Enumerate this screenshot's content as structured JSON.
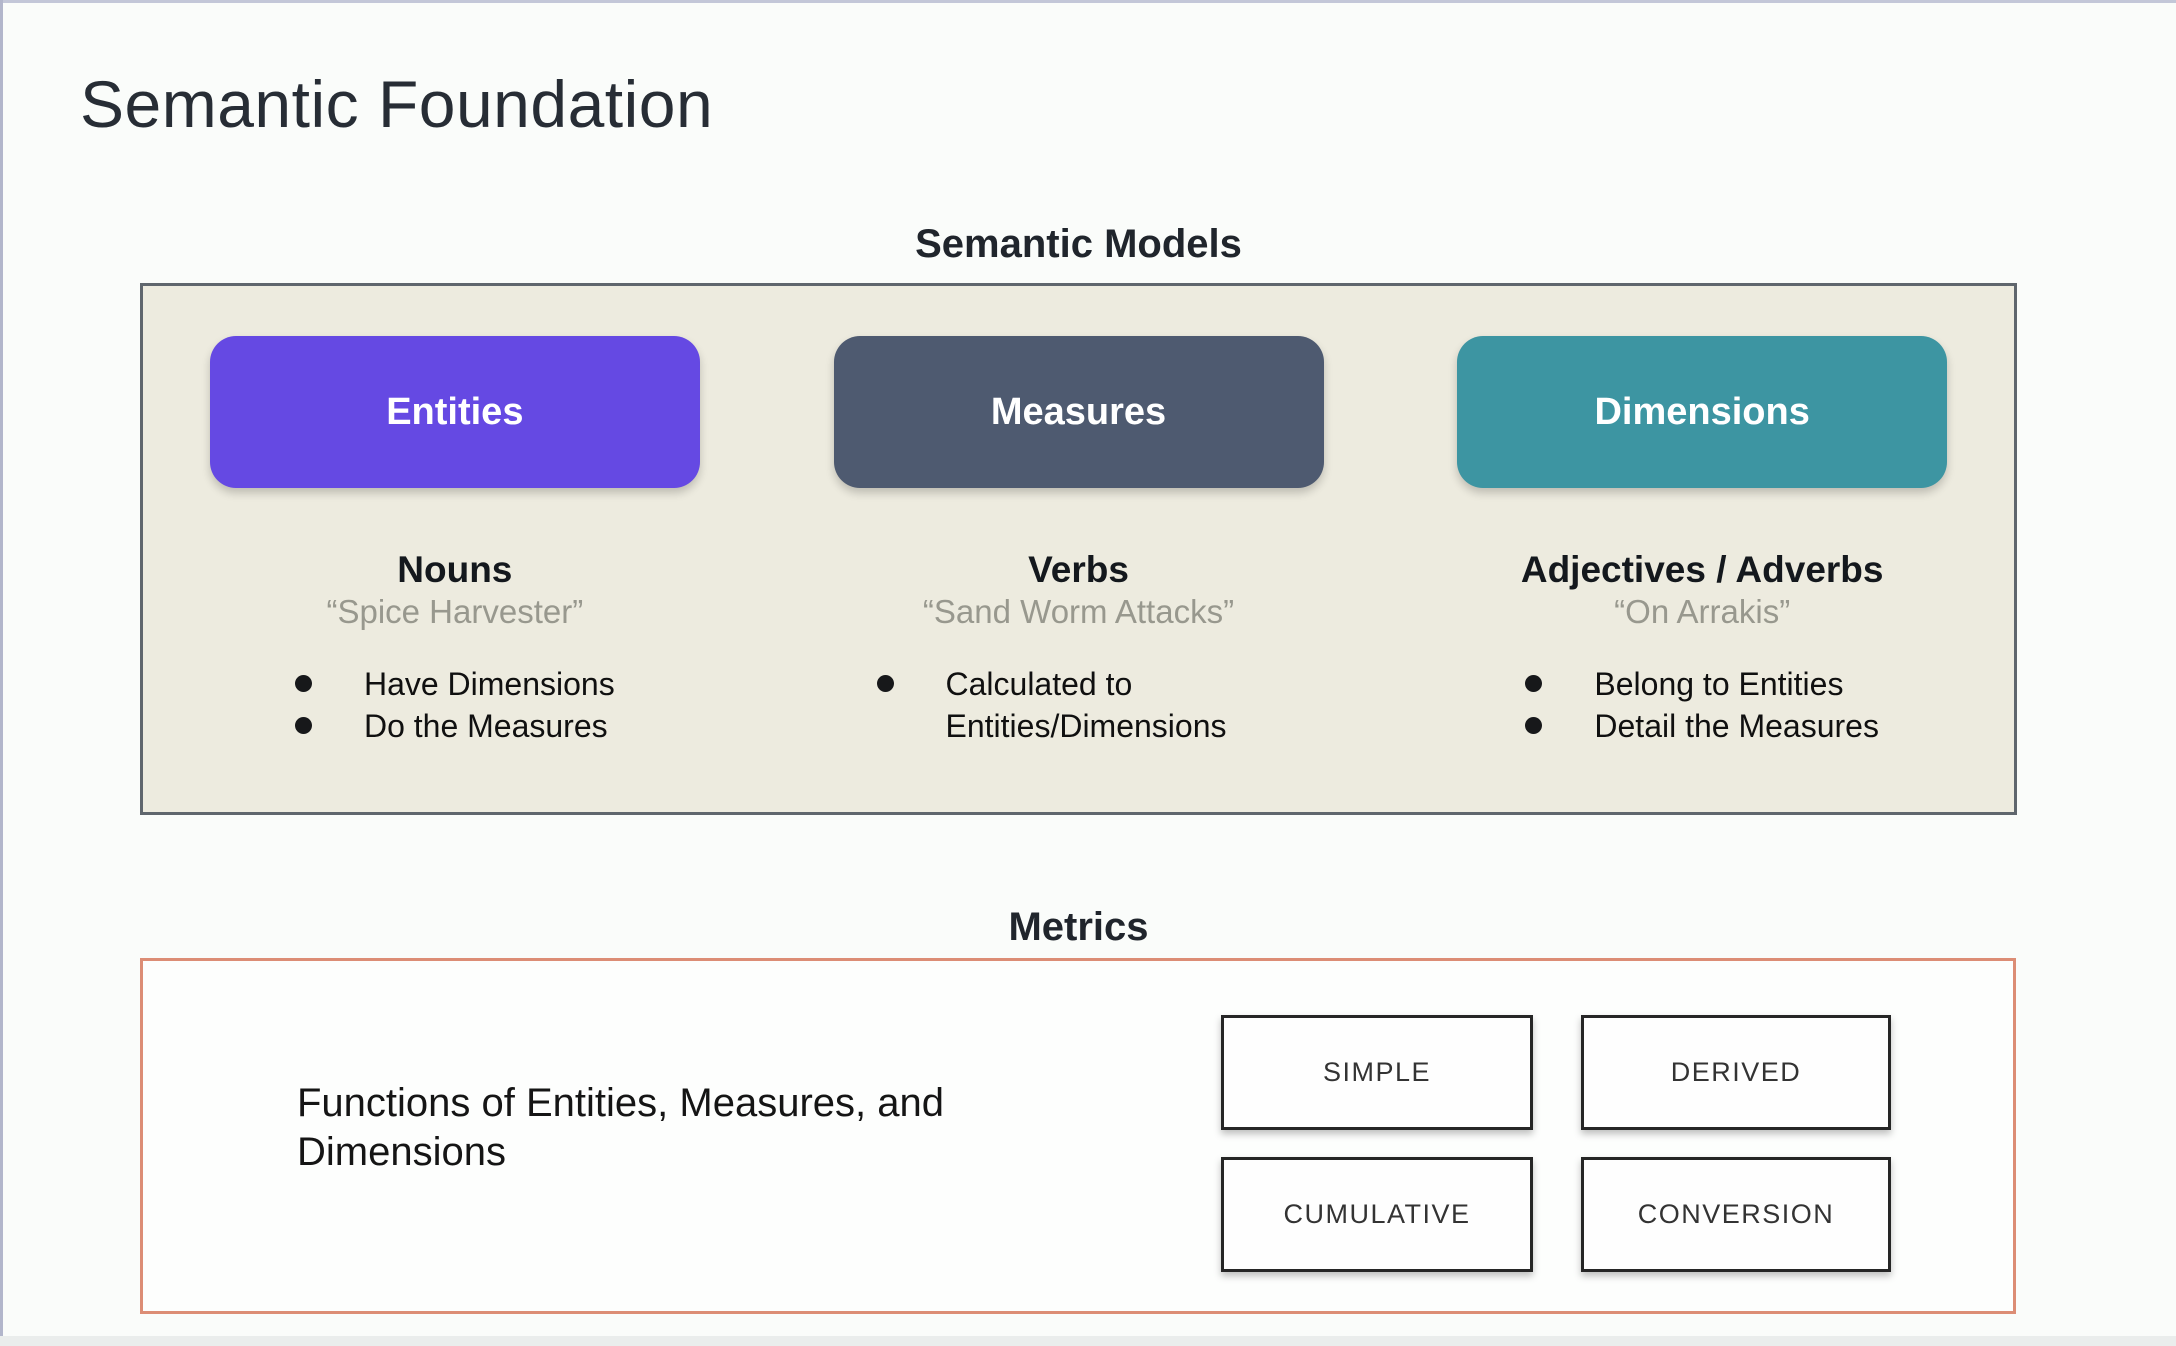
{
  "page": {
    "title": "Semantic Foundation"
  },
  "semantic_models": {
    "label": "Semantic Models",
    "panel_bg": "#edebdf",
    "panel_border": "#5f666d",
    "columns": [
      {
        "pill": "Entities",
        "pill_color": "#6549e3",
        "heading": "Nouns",
        "quote": "“Spice Harvester”",
        "bullets": [
          "Have Dimensions",
          "Do the Measures"
        ]
      },
      {
        "pill": "Measures",
        "pill_color": "#4e5a70",
        "heading": "Verbs",
        "quote": "“Sand Worm Attacks”",
        "bullets": [
          "Calculated to Entities/Dimensions"
        ]
      },
      {
        "pill": "Dimensions",
        "pill_color": "#3d95a2",
        "heading": "Adjectives / Adverbs",
        "quote": "“On Arrakis”",
        "bullets": [
          "Belong to Entities",
          "Detail the Measures"
        ]
      }
    ]
  },
  "metrics": {
    "label": "Metrics",
    "border_color": "#dc8d75",
    "description": "Functions of Entities, Measures, and Dimensions",
    "types": [
      "SIMPLE",
      "DERIVED",
      "CUMULATIVE",
      "CONVERSION"
    ]
  }
}
